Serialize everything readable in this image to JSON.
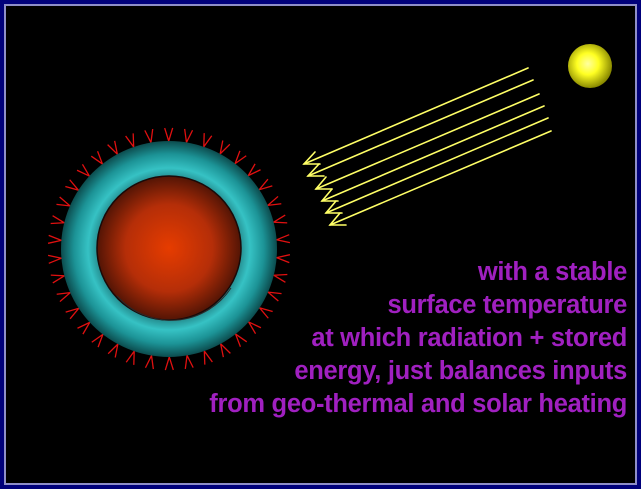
{
  "caption": {
    "lines": [
      "with a stable",
      "surface temperature",
      "at which radiation + stored",
      "energy, just  balances inputs",
      "from geo-thermal and solar heating"
    ]
  },
  "colors": {
    "frame": "#00007a",
    "background": "#000000",
    "text": "#a020c0",
    "sun": "#ffff33",
    "rays": "#ffff66",
    "atmosphere": "#1a9a9a",
    "core": "#d83a00",
    "emission_marks": "#e01010"
  },
  "icons": {
    "sun": "sun-icon",
    "planet": "planet-icon"
  }
}
